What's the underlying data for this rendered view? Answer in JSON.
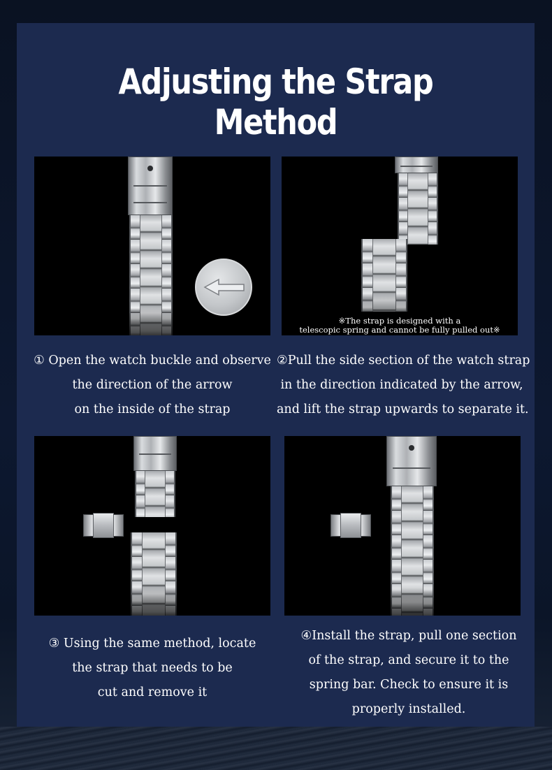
{
  "title": "Adjusting the Strap Method",
  "steps": [
    {
      "lines": [
        "① Open the watch buckle and observe",
        "the direction of the arrow",
        "on the inside of the strap"
      ]
    },
    {
      "lines": [
        "②Pull the side section of the watch strap",
        "in the direction indicated by the arrow,",
        "and lift the strap upwards to separate it."
      ],
      "note": [
        "※The strap is designed with a",
        "telescopic spring and cannot be fully pulled out※"
      ]
    },
    {
      "lines": [
        "③ Using the same method, locate",
        "the strap that needs to be",
        "cut and remove it"
      ]
    },
    {
      "lines": [
        "④Install the strap, pull one section",
        "of the strap, and secure it to the",
        "spring bar. Check to ensure it is",
        "properly installed."
      ]
    }
  ],
  "colors": {
    "panel": "#1c2a4f",
    "photo_background": "#000000",
    "text": "#ffffff"
  },
  "icons": [
    "arrow-left-icon"
  ]
}
